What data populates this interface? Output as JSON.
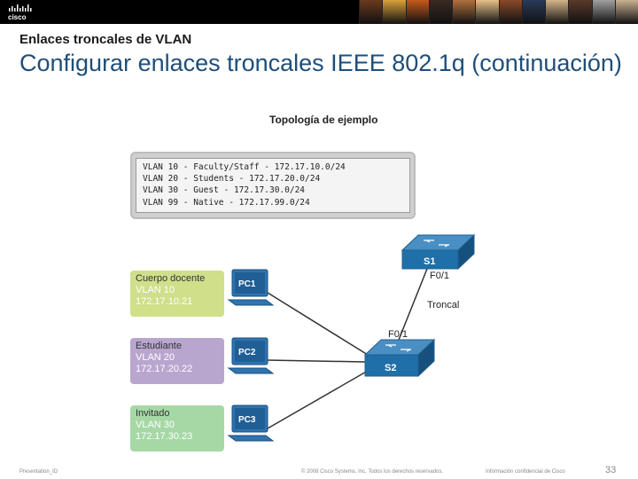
{
  "header": {
    "logo_text": "cisco",
    "photo_colors": [
      "#6b3a1e",
      "#d9a23a",
      "#c45a1a",
      "#3a2a22",
      "#b07040",
      "#e6c08a",
      "#8a4a2a",
      "#2a3a5a",
      "#d4b48a",
      "#5a3a2a",
      "#a0a0a0",
      "#c8b090"
    ]
  },
  "slide": {
    "subtitle": "Enlaces troncales de VLAN",
    "title": "Configurar enlaces troncales IEEE 802.1q (continuación)"
  },
  "topology": {
    "title": "Topología de ejemplo",
    "vlans": [
      "VLAN 10 - Faculty/Staff - 172.17.10.0/24",
      "VLAN 20 - Students - 172.17.20.0/24",
      "VLAN 30 - Guest - 172.17.30.0/24",
      "VLAN 99 - Native - 172.17.99.0/24"
    ],
    "hosts": [
      {
        "name": "Cuerpo docente",
        "vlan": "VLAN 10",
        "ip": "172.17.10.21",
        "pc": "PC1",
        "color": "#cfdf8a"
      },
      {
        "name": "Estudiante",
        "vlan": "VLAN 20",
        "ip": "172.17.20.22",
        "pc": "PC2",
        "color": "#b9a6cf"
      },
      {
        "name": "Invitado",
        "vlan": "VLAN 30",
        "ip": "172.17.30.23",
        "pc": "PC3",
        "color": "#a6d8a6"
      }
    ],
    "switches": {
      "s1": "S1",
      "s2": "S2"
    },
    "ports": {
      "s1_port": "F0/1",
      "s2_port": "F0/1"
    },
    "link_label": "Troncal"
  },
  "footer": {
    "left": "Presentation_ID",
    "center": "© 2008 Cisco Systems, Inc. Todos los derechos reservados.",
    "right": "Información confidencial de Cisco",
    "page": "33"
  }
}
